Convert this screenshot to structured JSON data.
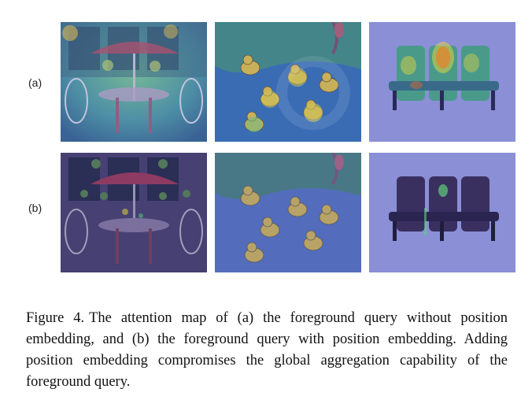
{
  "rows": [
    {
      "label": "(a)"
    },
    {
      "label": "(b)"
    }
  ],
  "caption": {
    "figure_label": "Figure 4.",
    "text": "The attention map of (a) the foreground query without position embedding, and (b) the foreground query with position embedding. Adding position embedding compromises the global aggregation capability of the foreground query."
  },
  "colors": {
    "overlay_a": "#5a6fb8",
    "overlay_b": "#3b3f7a",
    "hot": "#e8d83a",
    "warm": "#5fcf7a",
    "cold": "#6a74c8"
  }
}
